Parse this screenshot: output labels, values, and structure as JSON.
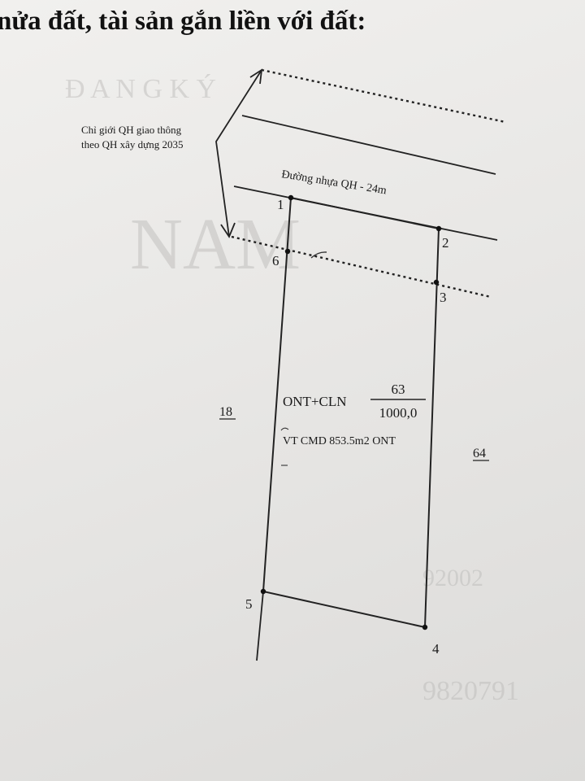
{
  "heading": "nửa đất, tài sản gắn liền với đất:",
  "annotations": {
    "boundary_note_line1": "Chỉ giới QH giao thông",
    "boundary_note_line2": "theo QH xây dựng 2035",
    "road": "Đường nhựa QH - 24m"
  },
  "parcel": {
    "land_type": "ONT+CLN",
    "number": "63",
    "area": "1000,0",
    "note": "VT CMD 853.5m2 ONT"
  },
  "neighbors": {
    "left": "18",
    "right": "64"
  },
  "points": {
    "p1": "1",
    "p2": "2",
    "p3": "3",
    "p4": "4",
    "p5": "5",
    "p6": "6"
  }
}
